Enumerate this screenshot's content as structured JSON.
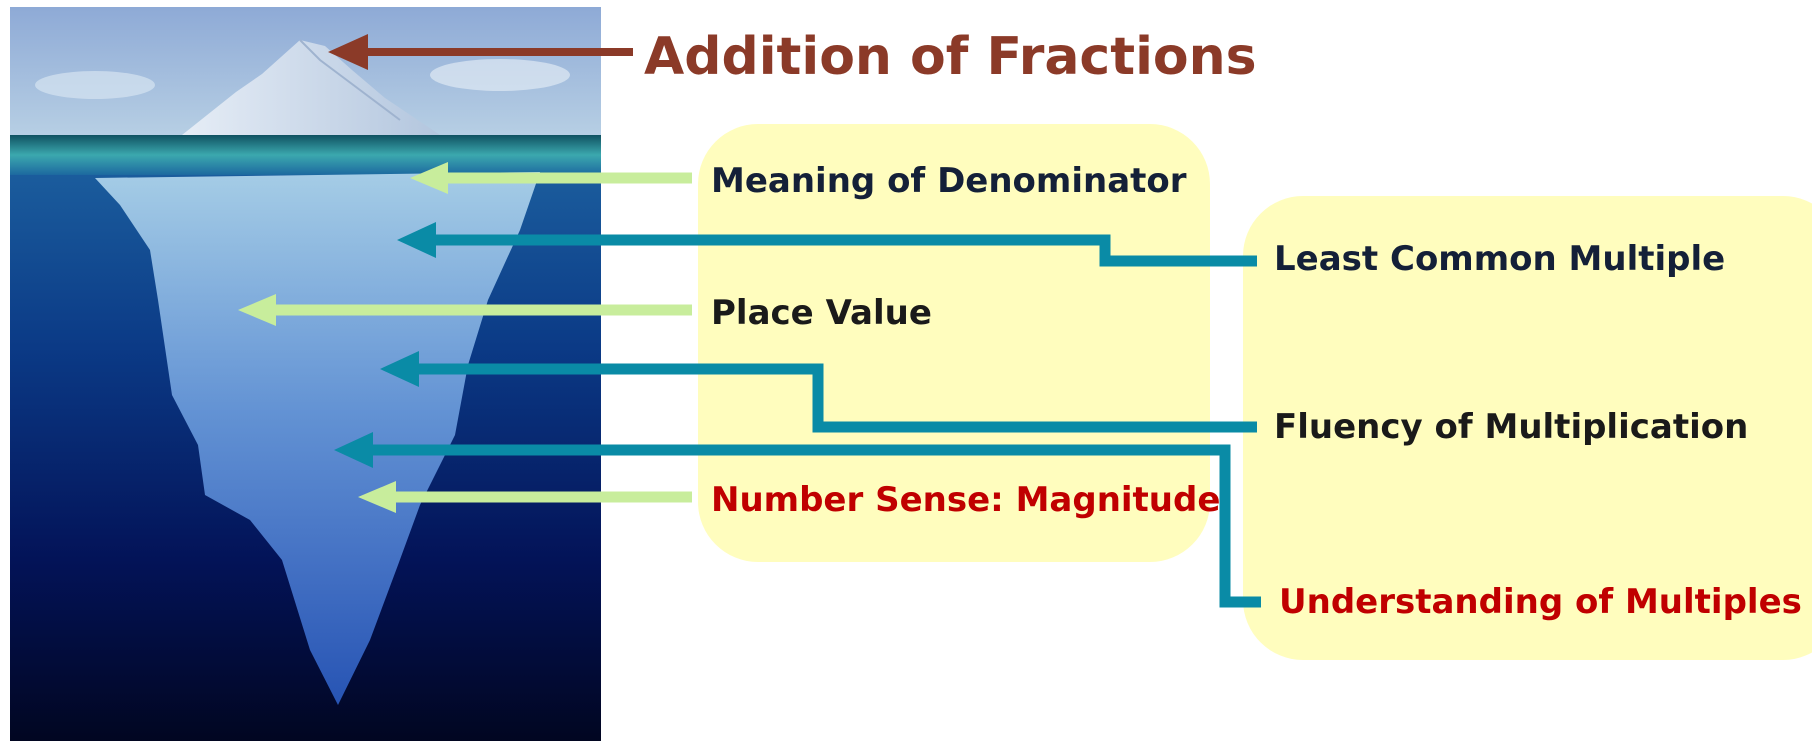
{
  "diagram": {
    "title": "Addition of Fractions",
    "left_concepts": [
      {
        "label": "Meaning of Denominator"
      },
      {
        "label": "Place Value"
      },
      {
        "label": "Number Sense: Magnitude"
      }
    ],
    "right_concepts": [
      {
        "label": "Least Common Multiple"
      },
      {
        "label": "Fluency of Multiplication"
      },
      {
        "label": "Understanding of Multiples"
      }
    ]
  },
  "colors": {
    "title": "#8b3a28",
    "label_dark": "#142038",
    "label_highlight": "#c00000",
    "panel_fill": "#fffdbe",
    "arrow_light": "#c8ed9c",
    "arrow_teal": "#0a8ba6",
    "arrow_title": "#8b3a28",
    "sea_top": "#1d5d9a",
    "sea_bottom": "#01061f"
  }
}
